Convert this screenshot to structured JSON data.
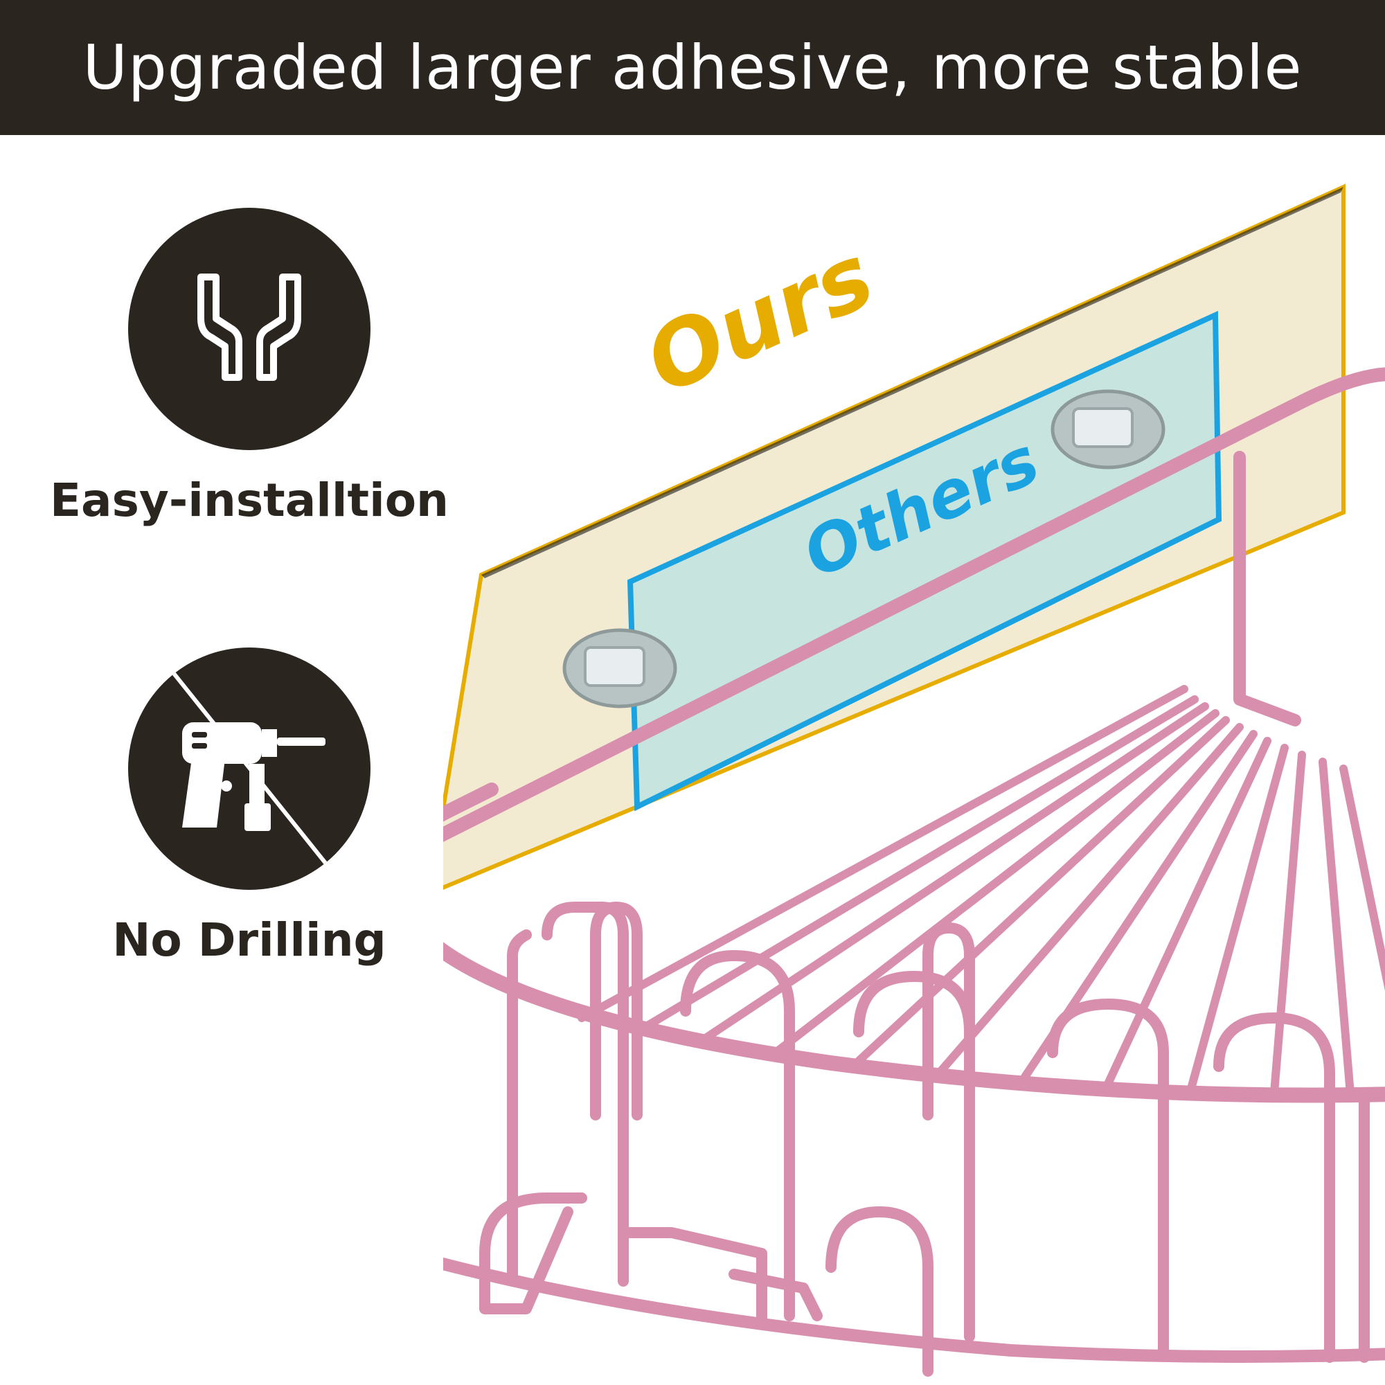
{
  "banner": {
    "title": "Upgraded larger adhesive, more stable"
  },
  "features": [
    {
      "label": "Easy-installtion",
      "icon": "hands-icon"
    },
    {
      "label": "No Drilling",
      "icon": "no-drill-icon"
    }
  ],
  "comparison": {
    "ours_label": "Ours",
    "others_label": "Others"
  },
  "colors": {
    "banner_bg": "#2b2520",
    "ours_accent": "#e6ac00",
    "others_accent": "#1aa3e0",
    "rack_pink": "#d88fae"
  }
}
